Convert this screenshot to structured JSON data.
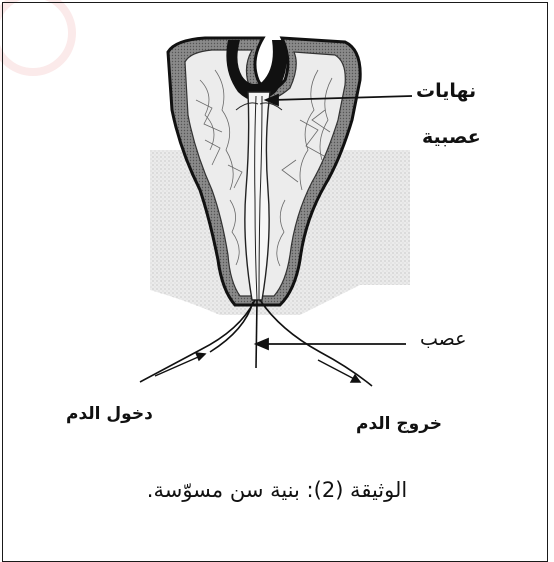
{
  "labels": {
    "nerve_endings_line1": "نهايات",
    "nerve_endings_line2": "عصبية",
    "nerve": "عصب",
    "blood_in": "دخول الدم",
    "blood_out": "خروج الدم"
  },
  "caption": "الوثيقة (2): بنية سن مسوّسة.",
  "colors": {
    "ink": "#1a1a1a",
    "enamel": "#7a7a7a",
    "dentin": "#e8e8e8",
    "gum": "#d9d9d9"
  }
}
